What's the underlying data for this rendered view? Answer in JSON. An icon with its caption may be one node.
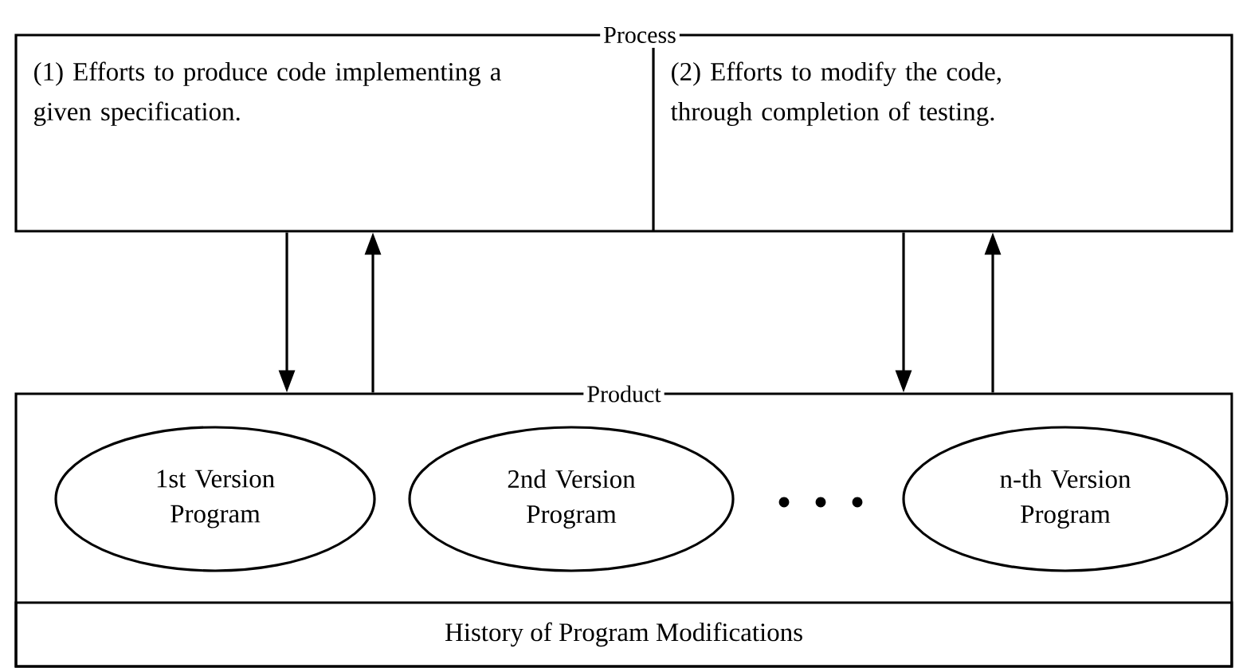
{
  "diagram": {
    "nodes": [
      {
        "text": [
          "Process"
        ]
      },
      {
        "text": [
          "(1) Efforts to produce code implementing a given specification."
        ],
        "in": 0
      },
      {
        "text": [
          "(2) Efforts to modify the code, through completion of testing."
        ],
        "in": 0
      },
      {
        "text": [
          "Product"
        ]
      },
      {
        "text": [
          "1st Version Program"
        ],
        "in": 3
      },
      {
        "text": [
          "2nd Version Program"
        ],
        "in": 3
      },
      {
        "text": [
          "n-th Version Program"
        ],
        "in": 3
      },
      {
        "text": [
          "History of Program Modifications"
        ],
        "in": 3
      }
    ],
    "edges": [
      {
        "from": 1,
        "to": 3,
        "arrow": "to"
      },
      {
        "from": 3,
        "to": 1,
        "arrow": "to"
      },
      {
        "from": 2,
        "to": 3,
        "arrow": "to"
      },
      {
        "from": 3,
        "to": 2,
        "arrow": "to"
      }
    ]
  }
}
